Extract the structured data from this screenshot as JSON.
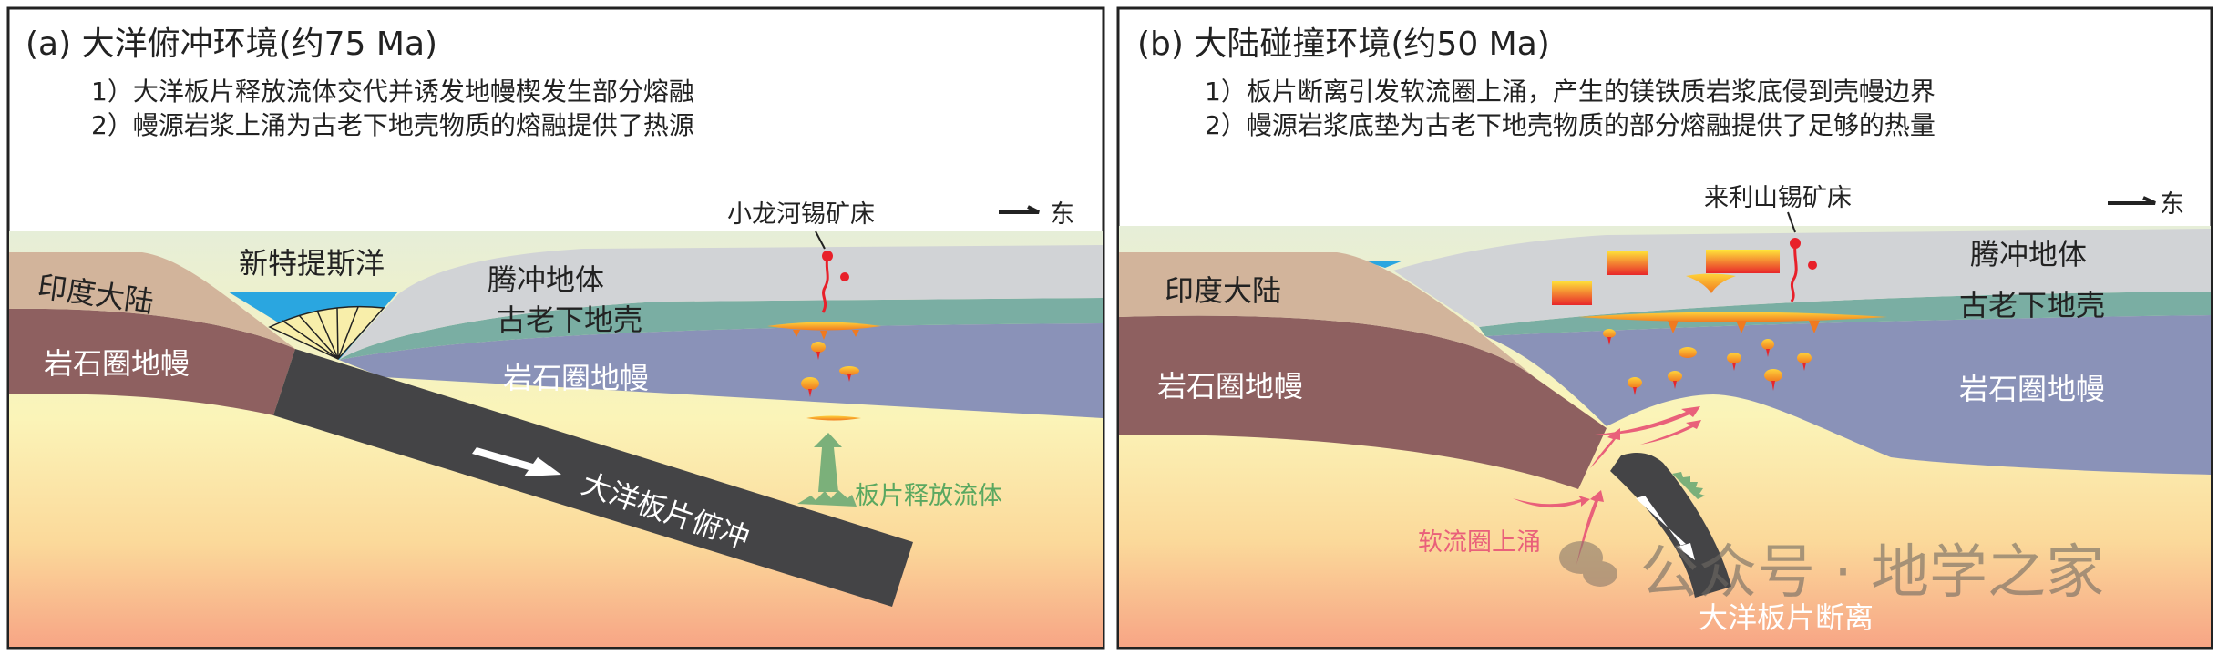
{
  "colors": {
    "sea": "#2aa6e0",
    "continent": "#d2b49b",
    "lithosphere_left": "#8e6060",
    "terrane": "#d1d3d6",
    "lower_crust": "#7aaea3",
    "mantle_right": "#8a92b8",
    "slab": "#444446",
    "fluid": "#7bb07a",
    "upwelling": "#e9607a",
    "ore": "#e8202a"
  },
  "panel_a": {
    "title": "(a) 大洋俯冲环境(约75 Ma)",
    "notes": [
      "1）大洋板片释放流体交代并诱发地幔楔发生部分熔融",
      "2）幔源岩浆上涌为古老下地壳物质的熔融提供了热源"
    ],
    "labels": {
      "india": "印度大陆",
      "neotethys": "新特提斯洋",
      "tengchong": "腾冲地体",
      "lower_crust": "古老下地壳",
      "litho_left": "岩石圈地幔",
      "litho_right": "岩石圈地幔",
      "deposit": "小龙河锡矿床",
      "east": "东",
      "slab": "大洋板片俯冲",
      "fluid": "板片释放流体"
    }
  },
  "panel_b": {
    "title": "(b) 大陆碰撞环境(约50 Ma)",
    "notes": [
      "1）板片断离引发软流圈上涌，产生的镁铁质岩浆底侵到壳幔边界",
      "2）幔源岩浆底垫为古老下地壳物质的部分熔融提供了足够的热量"
    ],
    "labels": {
      "india": "印度大陆",
      "tengchong": "腾冲地体",
      "lower_crust": "古老下地壳",
      "litho_left": "岩石圈地幔",
      "litho_right": "岩石圈地幔",
      "deposit": "来利山锡矿床",
      "east": "东",
      "upwelling": "软流圈上涌",
      "slab": "大洋板片断离"
    }
  },
  "watermark": "公众号 · 地学之家"
}
